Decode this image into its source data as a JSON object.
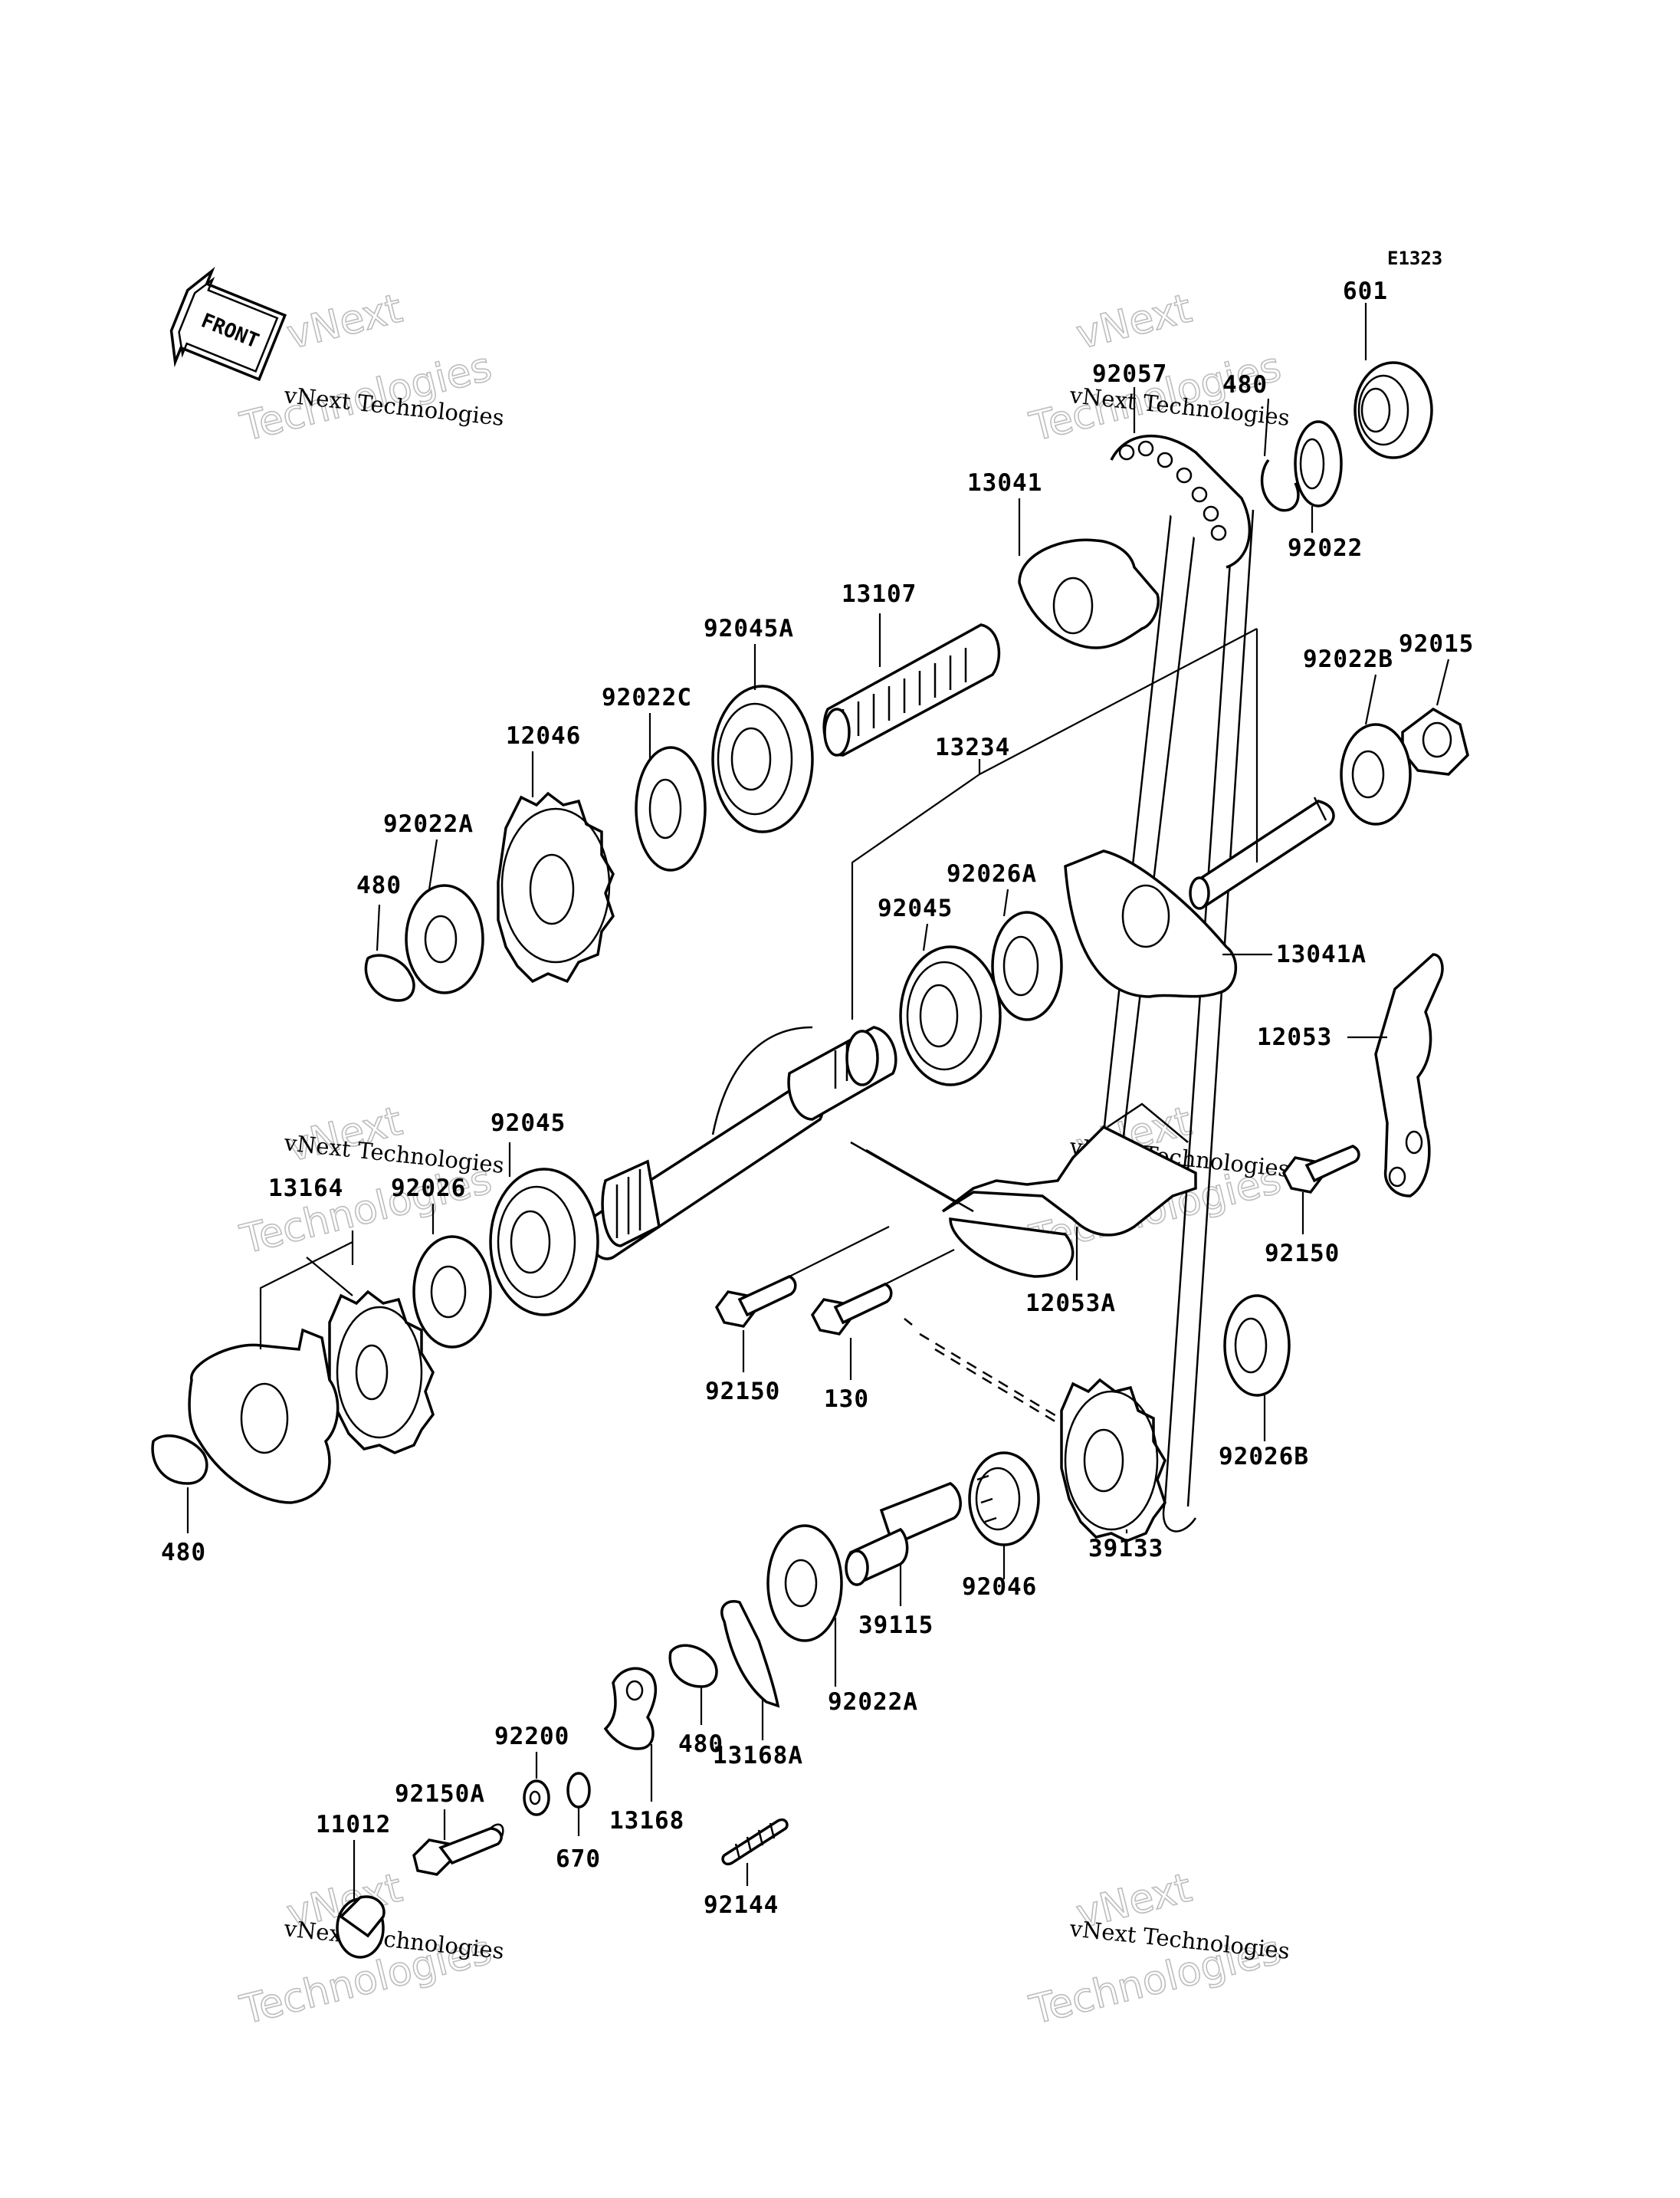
{
  "diagram_code": "E1323",
  "direction_arrow": {
    "label": "FRONT",
    "icon": "front-arrow-icon"
  },
  "watermark": {
    "line1": "vNext Technologies",
    "line2": "vNext",
    "line3": "Technologies"
  },
  "parts": {
    "p601": "601",
    "p92057": "92057",
    "p480_top": "480",
    "p92022": "92022",
    "p13041": "13041",
    "p13107": "13107",
    "p92045A": "92045A",
    "p92022C": "92022C",
    "p12046": "12046",
    "p92022A_top": "92022A",
    "p480_left": "480",
    "p13234": "13234",
    "p92015": "92015",
    "p92022B": "92022B",
    "p92026A": "92026A",
    "p92045_mid": "92045",
    "p13041A": "13041A",
    "p12053": "12053",
    "p92045_low": "92045",
    "p13164": "13164",
    "p92026": "92026",
    "p92150_right": "92150",
    "p12053A": "12053A",
    "p92150_mid": "92150",
    "p130": "130",
    "p92026B": "92026B",
    "p480_bottom": "480",
    "p39133": "39133",
    "p92046": "92046",
    "p39115": "39115",
    "p92022A_low": "92022A",
    "p480_low": "480",
    "p13168A": "13168A",
    "p92200": "92200",
    "p92150A": "92150A",
    "p11012": "11012",
    "p13168": "13168",
    "p670": "670",
    "p92144": "92144"
  }
}
